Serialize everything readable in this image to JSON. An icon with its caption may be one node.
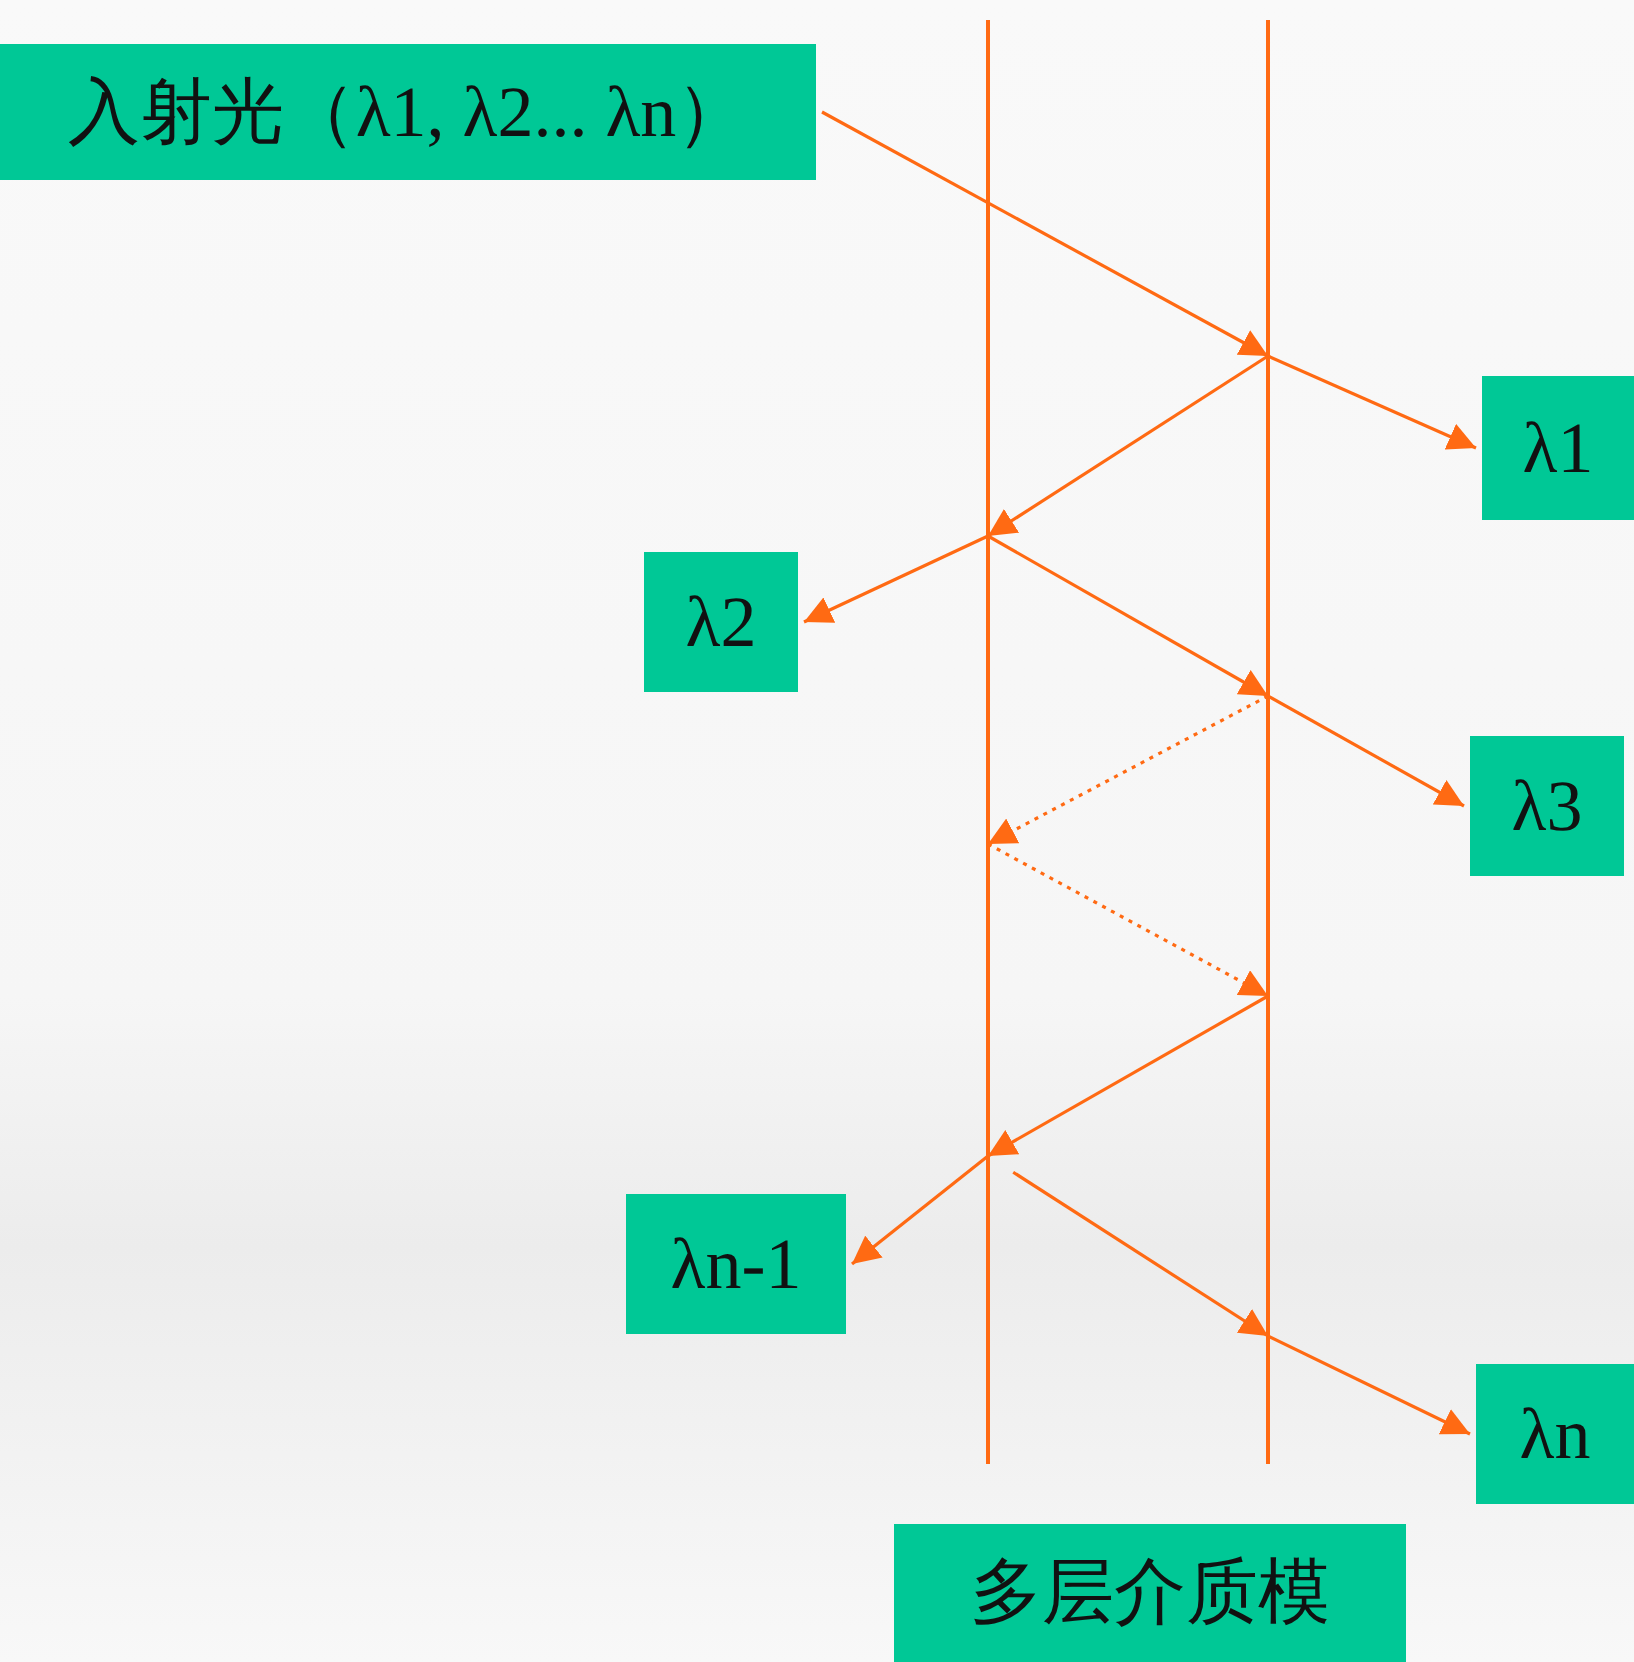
{
  "diagram": {
    "nodes": [
      {
        "text": [
          "入射光（λ1, λ2... λn）"
        ]
      },
      {
        "text": [
          "λ1"
        ]
      },
      {
        "text": [
          "λ2"
        ]
      },
      {
        "text": [
          "λ3"
        ]
      },
      {
        "text": [
          "λn-1"
        ]
      },
      {
        "text": [
          "λn"
        ]
      },
      {
        "text": [
          "多层介质模"
        ]
      },
      {
        "text": [],
        "shape": "line"
      },
      {
        "text": [],
        "shape": "line"
      }
    ],
    "edges": [
      {
        "from": 0,
        "to": 8,
        "arrow": "to"
      },
      {
        "from": 8,
        "to": 1,
        "arrow": "to"
      },
      {
        "from": 8,
        "to": 7,
        "arrow": "to"
      },
      {
        "from": 7,
        "to": 2,
        "arrow": "to"
      },
      {
        "from": 7,
        "to": 8,
        "arrow": "to"
      },
      {
        "from": 8,
        "to": 3,
        "arrow": "to"
      },
      {
        "from": 8,
        "to": 7,
        "arrow": "to",
        "style": "dashed"
      },
      {
        "from": 7,
        "to": 8,
        "arrow": "to",
        "style": "dashed"
      },
      {
        "from": 8,
        "to": 7,
        "arrow": "to"
      },
      {
        "from": 7,
        "to": 4,
        "arrow": "to"
      },
      {
        "from": 7,
        "to": 8,
        "arrow": "to"
      },
      {
        "from": 8,
        "to": 5,
        "arrow": "to"
      }
    ]
  }
}
